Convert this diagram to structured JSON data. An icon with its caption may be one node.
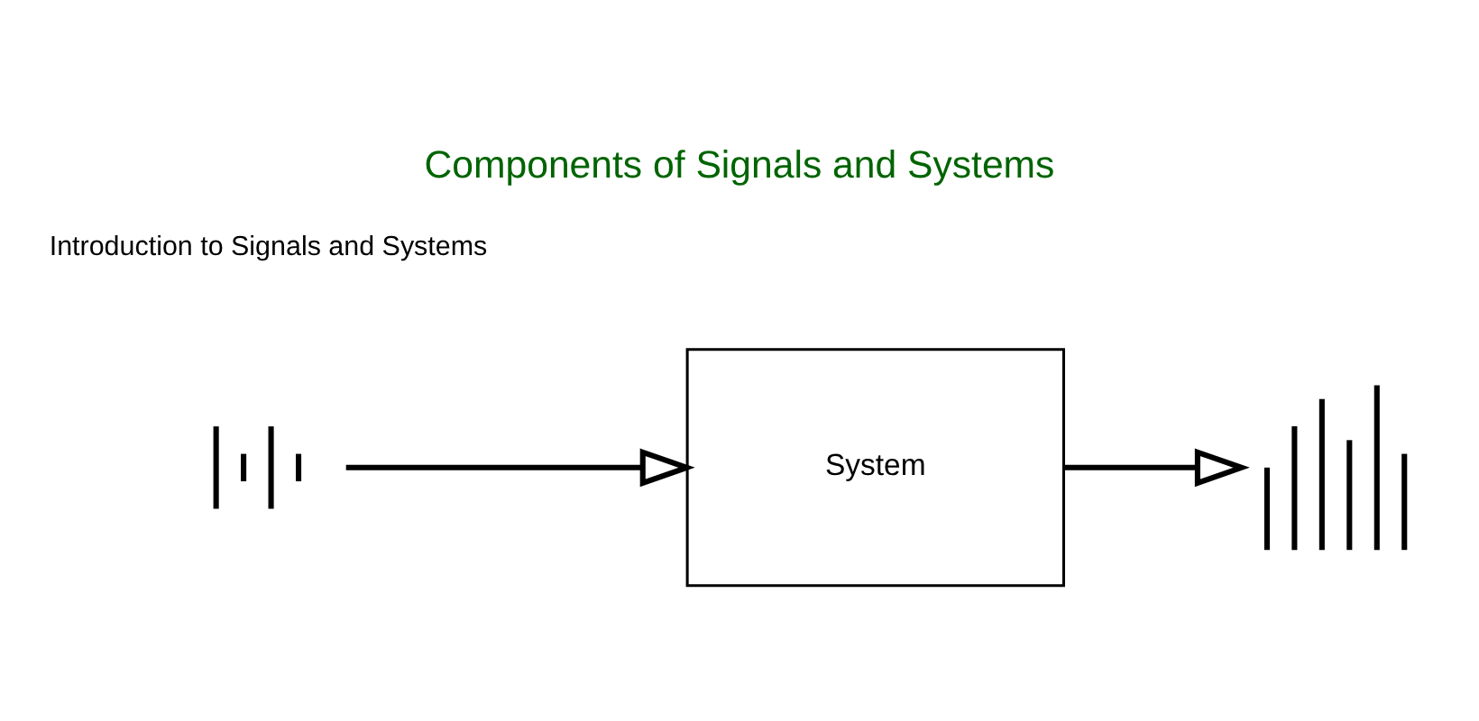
{
  "diagram": {
    "title": "Components of Signals and Systems",
    "nodes": [
      {
        "text": [],
        "shape": "picture"
      },
      {
        "text": [
          "System"
        ]
      },
      {
        "text": [],
        "shape": "picture"
      }
    ],
    "edges": [
      {
        "from": 0,
        "to": 1,
        "arrow": "to"
      },
      {
        "from": 1,
        "to": 2,
        "arrow": "to"
      }
    ],
    "labels": [
      "Introduction to Signals and Systems"
    ]
  }
}
